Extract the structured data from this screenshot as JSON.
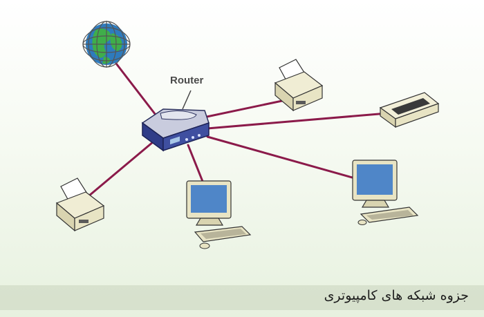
{
  "diagram": {
    "router_label": "Router",
    "caption": "جزوه شبکه های کامپیوتری",
    "colors": {
      "link": "#8b1a4a",
      "router_body": "#3f4fa0",
      "device_beige": "#e8e4c4",
      "monitor_screen": "#4f86c8"
    },
    "nodes": [
      {
        "name": "internet-globe-icon",
        "type": "globe"
      },
      {
        "name": "router-icon",
        "type": "router"
      },
      {
        "name": "top-printer-icon",
        "type": "printer"
      },
      {
        "name": "scanner-icon",
        "type": "scanner"
      },
      {
        "name": "left-printer-icon",
        "type": "printer"
      },
      {
        "name": "left-computer-icon",
        "type": "computer"
      },
      {
        "name": "right-computer-icon",
        "type": "computer"
      }
    ]
  }
}
